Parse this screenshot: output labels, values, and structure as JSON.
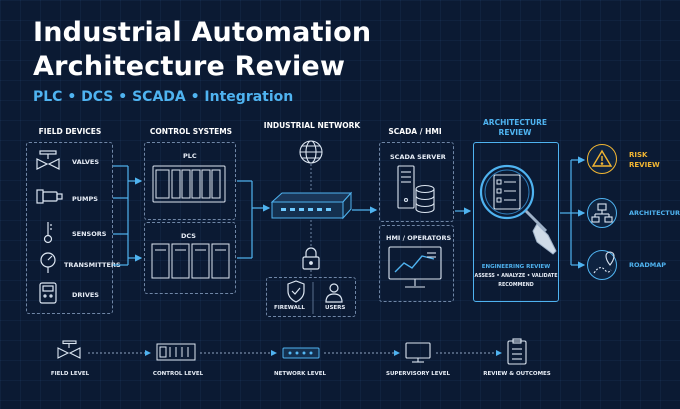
{
  "title": {
    "line1": "Industrial Automation",
    "line2": "Architecture Review",
    "subtitle": "PLC • DCS • SCADA • Integration"
  },
  "columns": {
    "field_devices": "FIELD DEVICES",
    "control_systems": "CONTROL SYSTEMS",
    "industrial_network": "INDUSTRIAL NETWORK",
    "scada_hmi": "SCADA / HMI",
    "architecture_review_1": "ARCHITECTURE",
    "architecture_review_2": "REVIEW"
  },
  "field_devices": [
    "VALVES",
    "PUMPS",
    "SENSORS",
    "TRANSMITTERS",
    "DRIVES"
  ],
  "control": {
    "plc": "PLC",
    "dcs": "DCS"
  },
  "network": {
    "firewall": "FIREWALL",
    "users": "USERS"
  },
  "scada": {
    "server": "SCADA SERVER",
    "hmi": "HMI / OPERATORS"
  },
  "review": {
    "heading": "ENGINEERING REVIEW",
    "steps_line1": "ASSESS • ANALYZE • VALIDATE",
    "steps_line2": "RECOMMEND"
  },
  "outcomes": {
    "risk_line1": "RISK",
    "risk_line2": "REVIEW",
    "architecture": "ARCHITECTURE",
    "roadmap": "ROADMAP"
  },
  "levels": [
    "FIELD LEVEL",
    "CONTROL LEVEL",
    "NETWORK LEVEL",
    "SUPERVISORY LEVEL",
    "REVIEW & OUTCOMES"
  ],
  "colors": {
    "background": "#0b1a33",
    "accent": "#4fb3f0",
    "warning": "#f2b632",
    "text": "#ffffff",
    "dashed_border": "#6f86a6"
  }
}
